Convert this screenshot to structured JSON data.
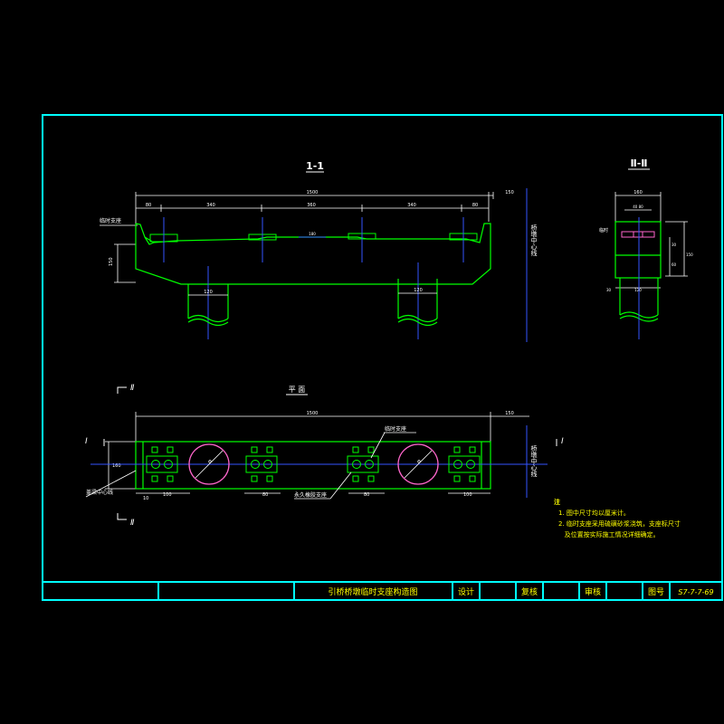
{
  "colors": {
    "background": "#000000",
    "frame": "#00ffff",
    "outline": "#00ff00",
    "dimension": "#ffffff",
    "centerline": "#3355ff",
    "notes": "#ffff00",
    "bearing": "#ff66cc"
  },
  "views": {
    "section_1": {
      "title": "1-1",
      "label_left": "临时支座",
      "label_center": "桥墩中心线",
      "dims_top": [
        "1500",
        "150"
      ],
      "dims_sub": [
        "80",
        "340",
        "360",
        "340",
        "80"
      ],
      "dim_side": "150",
      "dim_inner": "180",
      "dim_col_left": "120",
      "dim_col_right": "120"
    },
    "section_2": {
      "title": "Ⅱ-Ⅱ",
      "dim_top": "160",
      "dim_sub": "40 80",
      "dim_side_a": "30",
      "dim_side_b": "60",
      "dim_side_c": "150",
      "dim_bottom": "120",
      "label_left": "临时",
      "label_left2": "30"
    },
    "plan": {
      "title": "平 面",
      "cut_marker_II": "Ⅱ",
      "cut_marker_I": "Ⅰ",
      "dim_top": "1500",
      "dim_top_right": "150",
      "dim_side": "160",
      "label_center_left": "盖梁中心线",
      "label_center_right": "桥墩中心线",
      "label_bearing": "临时支座",
      "label_pile": "永久橡胶支座",
      "dims_bottom": [
        "10",
        "100",
        "80",
        "80",
        "100"
      ],
      "circle_label": "Φ"
    }
  },
  "notes": {
    "heading": "注",
    "lines": [
      "1. 图中尺寸均以厘米计。",
      "2. 临时支座采用硫磺砂浆浇筑，支座标尺寸",
      "   及位置按实际施工情况详细确定。"
    ]
  },
  "title_block": {
    "drawing_title": "引桥桥墩临时支座构造图",
    "design_label": "设计",
    "review_label": "复核",
    "approve_label": "审核",
    "sheet_label": "图号",
    "sheet_no": "S7-7-7-69"
  }
}
